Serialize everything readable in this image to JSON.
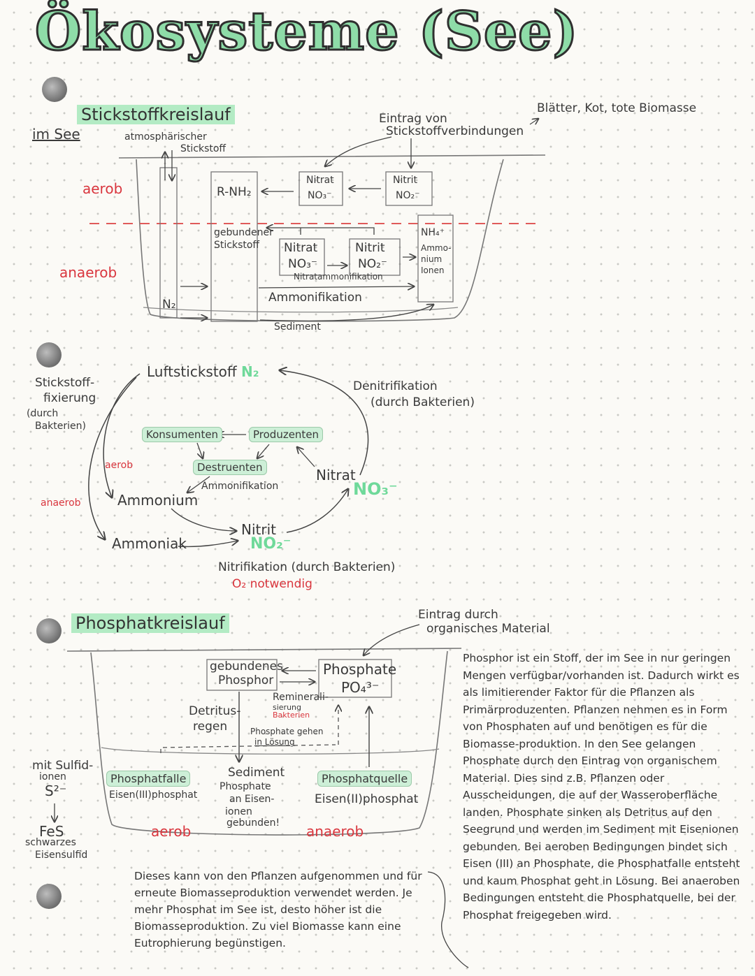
{
  "title": "Ökosysteme (See)",
  "nitrogen": {
    "heading": "Stickstoffkreislauf",
    "im_see": "im See",
    "atm": "atmosphärischer",
    "stickstoff": "Stickstoff",
    "eintrag": "Eintrag von",
    "eintrag2": "Stickstoffverbindungen",
    "blaetter": "Blätter, Kot, tote Biomasse",
    "aerob": "aerob",
    "anaerob": "anaerob",
    "rnh2": "R-NH₂",
    "nitrat": "Nitrat",
    "no3": "NO₃⁻",
    "nitrit": "Nitrit",
    "no2": "NO₂⁻",
    "gebunden1": "gebundener",
    "gebunden2": "Stickstoff",
    "nh4": "NH₄⁺",
    "ammo1": "Ammo-",
    "ammo2": "nium",
    "ammo3": "Ionen",
    "n2": "N₂",
    "nitratammon": "Nitratammonifikation",
    "ammonifikation": "Ammonifikation",
    "sediment": "Sediment"
  },
  "cycle": {
    "luft": "Luftstickstoff",
    "n2": "N₂",
    "deni1": "Denitrifikation",
    "deni2": "(durch Bakterien)",
    "fix1": "Stickstoff-",
    "fix2": "fixierung",
    "fix3": "(durch",
    "fix4": "Bakterien)",
    "konsumenten": "Konsumenten",
    "produzenten": "Produzenten",
    "destruenten": "Destruenten",
    "aerob": "aerob",
    "anaerob": "anaerob",
    "ammonium": "Ammonium",
    "ammonifikation": "Ammonifikation",
    "nitrat": "Nitrat",
    "no3": "NO₃⁻",
    "ammoniak": "Ammoniak",
    "nitrit": "Nitrit",
    "no2": "NO₂⁻",
    "nitrifikation": "Nitrifikation (durch Bakterien)",
    "o2": "O₂ notwendig"
  },
  "phosphate": {
    "heading": "Phosphatkreislauf",
    "eintrag1": "Eintrag durch",
    "eintrag2": "organisches Material",
    "geb1": "gebundenes",
    "geb2": "Phosphor",
    "phosphate": "Phosphate",
    "po4": "PO₄³⁻",
    "remin1": "Reminerali-",
    "remin2": "sierung",
    "remin3": "Bakterien",
    "detritus1": "Detritus-",
    "detritus2": "regen",
    "loesung1": "Phosphate gehen",
    "loesung2": "in Lösung",
    "sulfid1": "mit Sulfid-",
    "sulfid2": "ionen",
    "s2": "S²⁻",
    "fes": "FeS",
    "fes2": "schwarzes",
    "fes3": "Eisensulfid",
    "falle": "Phosphatfalle",
    "eisen3": "Eisen(III)phosphat",
    "sed1": "Sediment",
    "sed2": "Phosphate",
    "sed3": "an Eisen-",
    "sed4": "ionen",
    "sed5": "gebunden!",
    "quelle": "Phosphatquelle",
    "eisen2": "Eisen(II)phosphat",
    "aerob": "aerob",
    "anaerob": "anaerob",
    "paragraph": "Phosphor ist ein Stoff, der im See in nur geringen Mengen verfügbar/vorhanden ist. Dadurch wirkt es als limitierender Faktor für die Pflanzen als Primärproduzenten. Pflanzen nehmen es in Form von Phosphaten auf und benötigen es für die Biomasse-produktion. In den See gelangen Phosphate durch den Eintrag von organischem Material. Dies sind z.B. Pflanzen oder Ausscheidungen, die auf der Wasseroberfläche landen. Phosphate sinken als Detritus auf den Seegrund und werden im Sediment mit Eisenionen gebunden. Bei aeroben Bedingungen bindet sich Eisen (III) an Phosphate, die Phosphatfalle entsteht und kaum Phosphat geht in Lösung. Bei anaeroben Bedingungen entsteht die Phosphatquelle, bei der Phosphat freigegeben wird.",
    "paragraph2": "Dieses kann von den Pflanzen aufgenommen und für erneute Biomasseproduktion verwendet werden. Je mehr Phosphat im See ist, desto höher ist die Biomasseproduktion. Zu viel Biomasse kann eine Eutrophierung begünstigen."
  }
}
